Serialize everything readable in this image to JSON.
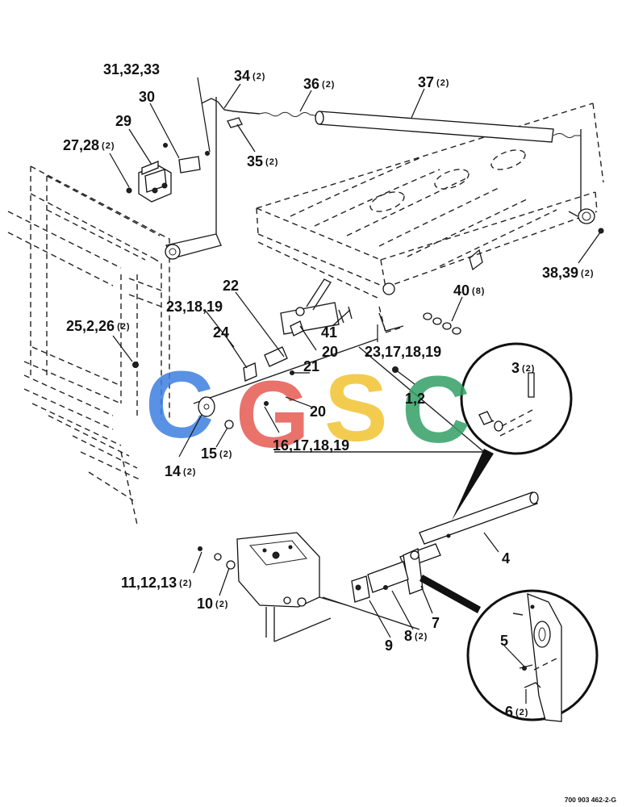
{
  "diagram": {
    "callouts": [
      {
        "id": "c31",
        "main": "31,32,33",
        "qty": ""
      },
      {
        "id": "c34",
        "main": "34",
        "qty": "(2)"
      },
      {
        "id": "c36",
        "main": "36",
        "qty": "(2)"
      },
      {
        "id": "c37",
        "main": "37",
        "qty": "(2)"
      },
      {
        "id": "c30",
        "main": "30",
        "qty": ""
      },
      {
        "id": "c29",
        "main": "29",
        "qty": ""
      },
      {
        "id": "c27",
        "main": "27,28",
        "qty": "(2)"
      },
      {
        "id": "c35",
        "main": "35",
        "qty": "(2)"
      },
      {
        "id": "c38",
        "main": "38,39",
        "qty": "(2)"
      },
      {
        "id": "c22",
        "main": "22",
        "qty": ""
      },
      {
        "id": "c40",
        "main": "40",
        "qty": "(8)"
      },
      {
        "id": "c23a",
        "main": "23,18,19",
        "qty": ""
      },
      {
        "id": "c25",
        "main": "25,2,26",
        "qty": "(2)"
      },
      {
        "id": "c41",
        "main": "41",
        "qty": ""
      },
      {
        "id": "c24",
        "main": "24",
        "qty": ""
      },
      {
        "id": "c20a",
        "main": "20",
        "qty": ""
      },
      {
        "id": "c23b",
        "main": "23,17,18,19",
        "qty": ""
      },
      {
        "id": "c21",
        "main": "21",
        "qty": ""
      },
      {
        "id": "c3",
        "main": "3",
        "qty": "(2)"
      },
      {
        "id": "c12",
        "main": "1,2",
        "qty": ""
      },
      {
        "id": "c20b",
        "main": "20",
        "qty": ""
      },
      {
        "id": "c15",
        "main": "15",
        "qty": "(2)"
      },
      {
        "id": "c16",
        "main": "16,17,18,19",
        "qty": ""
      },
      {
        "id": "c14",
        "main": "14",
        "qty": "(2)"
      },
      {
        "id": "c4",
        "main": "4",
        "qty": ""
      },
      {
        "id": "c11",
        "main": "11,12,13",
        "qty": "(2)"
      },
      {
        "id": "c10",
        "main": "10",
        "qty": "(2)"
      },
      {
        "id": "c7",
        "main": "7",
        "qty": ""
      },
      {
        "id": "c5",
        "main": "5",
        "qty": ""
      },
      {
        "id": "c8",
        "main": "8",
        "qty": "(2)"
      },
      {
        "id": "c9",
        "main": "9",
        "qty": ""
      },
      {
        "id": "c6",
        "main": "6",
        "qty": "(2)"
      }
    ],
    "drawing_number": "700 903 462-2-G"
  },
  "watermark": {
    "letters": [
      "C",
      "G",
      "S",
      "C"
    ],
    "colors": [
      "#3d7fe0",
      "#e65a52",
      "#f2c230",
      "#33a066"
    ]
  }
}
